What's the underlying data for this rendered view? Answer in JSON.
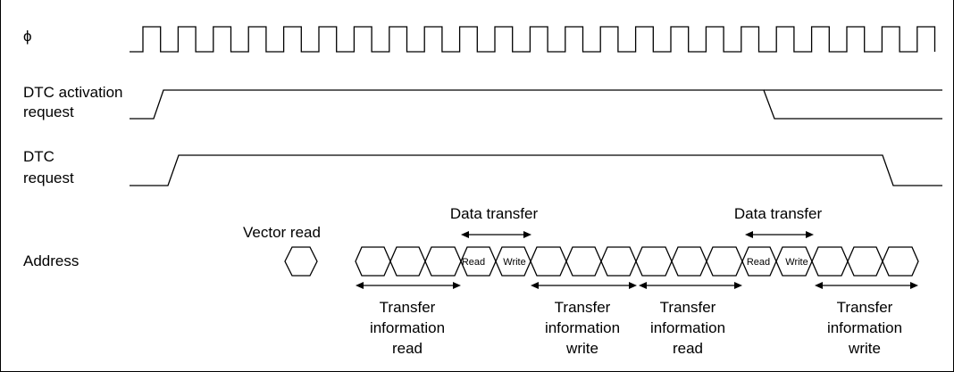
{
  "signals": {
    "phi": "ϕ",
    "dtc_activation": [
      "DTC activation",
      "request"
    ],
    "dtc_request": [
      "DTC",
      "request"
    ],
    "address": "Address"
  },
  "annotations": {
    "vector_read": "Vector read",
    "data_transfer_1": "Data transfer",
    "data_transfer_2": "Data transfer",
    "read": "Read",
    "write": "Write",
    "tir_1": [
      "Transfer",
      "information",
      "read"
    ],
    "tiw_1": [
      "Transfer",
      "information",
      "write"
    ],
    "tir_2": [
      "Transfer",
      "information",
      "read"
    ],
    "tiw_2": [
      "Transfer",
      "information",
      "write"
    ]
  }
}
